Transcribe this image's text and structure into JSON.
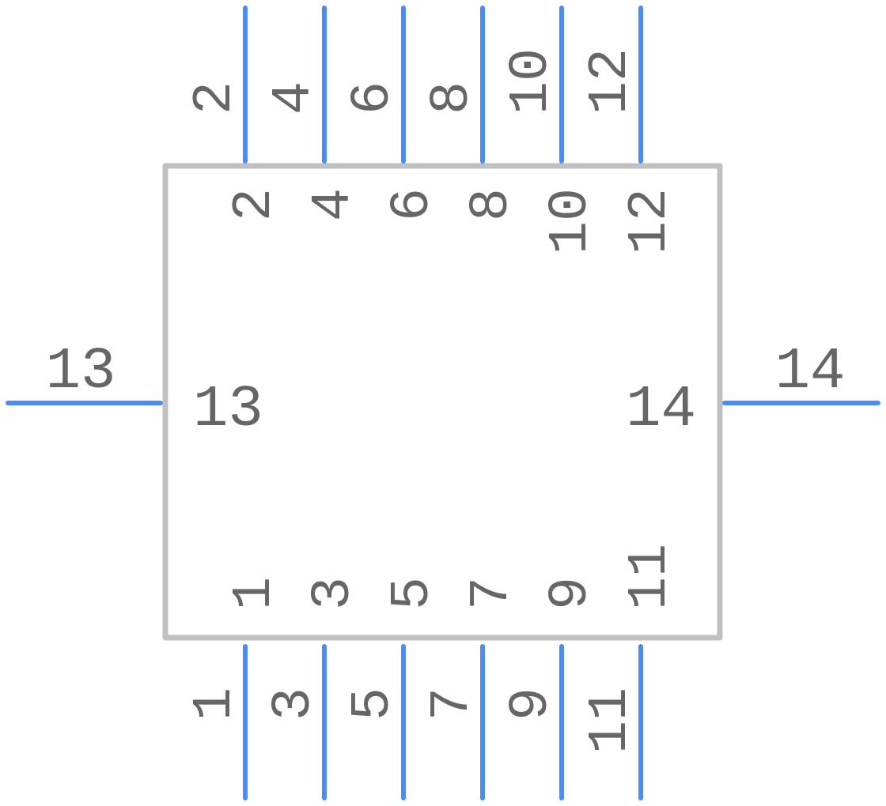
{
  "colors": {
    "pin": "#4a8cf5",
    "body": "#c0c0c0",
    "text": "#666666",
    "background": "#ffffff"
  },
  "pins": {
    "p1": "1",
    "p2": "2",
    "p3": "3",
    "p4": "4",
    "p5": "5",
    "p6": "6",
    "p7": "7",
    "p8": "8",
    "p9": "9",
    "p10": "10",
    "p11": "11",
    "p12": "12",
    "p13": "13",
    "p14": "14"
  }
}
